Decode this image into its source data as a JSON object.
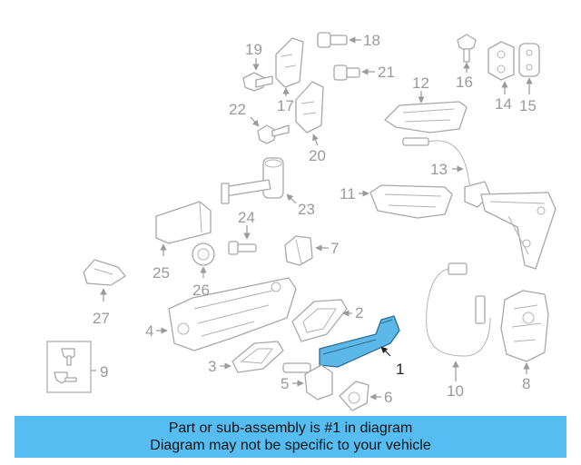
{
  "diagram": {
    "highlight_color": "#5bb8e8",
    "banner_color": "#56bdf2",
    "callouts": [
      "1",
      "2",
      "3",
      "4",
      "5",
      "6",
      "7",
      "8",
      "9",
      "10",
      "11",
      "12",
      "13",
      "14",
      "15",
      "16",
      "17",
      "18",
      "19",
      "20",
      "21",
      "22",
      "23",
      "24",
      "25",
      "26",
      "27"
    ],
    "highlighted_part": "1"
  },
  "banner": {
    "line1": "Part or sub-assembly is #1 in diagram",
    "line2": "Diagram may not be specific to your vehicle"
  }
}
